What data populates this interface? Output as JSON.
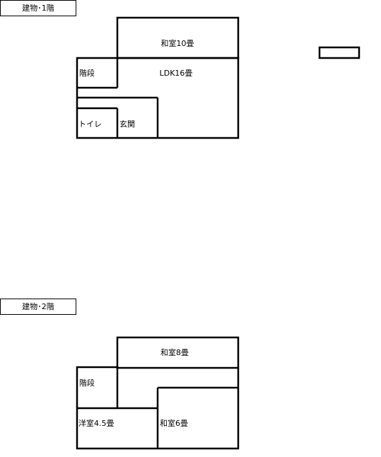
{
  "floor1": {
    "title": "建物･1階",
    "rooms": {
      "washitsu_10": "和室10畳",
      "stairs": "階段",
      "ldk": "LDK16畳",
      "toilet": "トイレ",
      "entrance": "玄関"
    }
  },
  "floor2": {
    "title": "建物･2階",
    "rooms": {
      "washitsu_8": "和室8畳",
      "stairs": "階段",
      "youshitsu": "洋室4.5畳",
      "washitsu_6": "和室6畳"
    }
  }
}
